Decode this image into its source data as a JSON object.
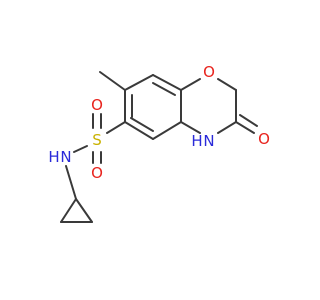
{
  "molecule": {
    "atoms": {
      "o_ring": {
        "text": "O",
        "color": "#e8231d"
      },
      "o_carbonyl": {
        "text": "O",
        "color": "#e8231d"
      },
      "n_ring": {
        "text": "N",
        "color": "#2a2ad9"
      },
      "h_ring": {
        "text": "H",
        "color": "#2a2ad9"
      },
      "s_sulfonyl": {
        "text": "S",
        "color": "#c9b200"
      },
      "o_s_top": {
        "text": "O",
        "color": "#e8231d"
      },
      "o_s_bottom": {
        "text": "O",
        "color": "#e8231d"
      },
      "n_amide": {
        "text": "N",
        "color": "#2a2ad9"
      },
      "h_amide": {
        "text": "H",
        "color": "#2a2ad9"
      }
    }
  }
}
